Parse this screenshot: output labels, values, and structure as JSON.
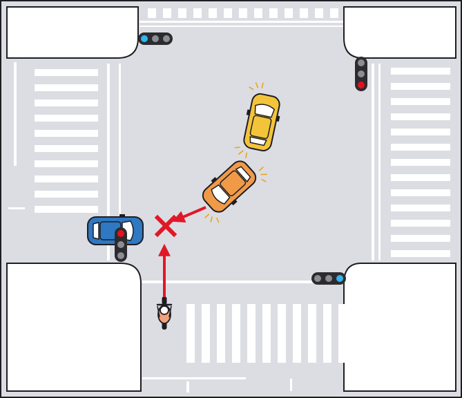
{
  "colors": {
    "road": "#dcdde2",
    "marking": "#ffffff",
    "block": "#ffffff",
    "outline": "#1d1d22",
    "signal_housing": "#2c2c30",
    "signal_off": "#8c8c92",
    "signal_green": "#33b4f0",
    "signal_red": "#e8101c",
    "car_yellow": "#f3c43a",
    "car_orange": "#f09a48",
    "car_blue": "#2f78c2",
    "rider": "#f4a07a",
    "collision": "#e01828"
  },
  "signals": {
    "north": "green",
    "east": "red",
    "west": "red",
    "south": "green"
  },
  "vehicles": [
    {
      "id": "yellow-car",
      "kind": "car",
      "color": "car_yellow",
      "indicator": "blinking"
    },
    {
      "id": "orange-car",
      "kind": "car",
      "color": "car_orange",
      "indicator": "blinking"
    },
    {
      "id": "blue-car",
      "kind": "car",
      "color": "car_blue",
      "indicator": "none"
    },
    {
      "id": "motorcycle",
      "kind": "motorcycle",
      "color": "rider",
      "indicator": "none"
    }
  ],
  "collision_marker": {
    "symbol": "cross",
    "color": "collision"
  }
}
